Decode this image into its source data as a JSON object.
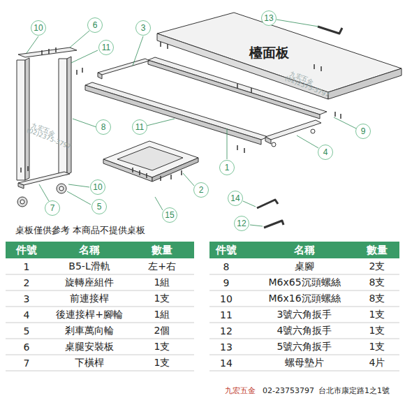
{
  "diagram": {
    "nodes": [
      {
        "text": [
          "檯面板"
        ]
      }
    ],
    "labels": [
      "10",
      "6",
      "3",
      "11",
      "13",
      "8",
      "11",
      "9",
      "4",
      "1",
      "2",
      "10",
      "5",
      "7",
      "15",
      "14",
      "12",
      "桌板僅供參考 本商品不提供桌板",
      "件號",
      "名稱",
      "數量",
      "件號",
      "名稱",
      "數量",
      "1",
      "B5-L滑軌",
      "左+右",
      "8",
      "桌腳",
      "2支",
      "2",
      "旋轉座組件",
      "1組",
      "9",
      "M6x65沉頭螺絲",
      "8支",
      "3",
      "前連接桿",
      "1支",
      "10",
      "M6x16沉頭螺絲",
      "8支",
      "4",
      "後連接桿+腳輪",
      "1組",
      "11",
      "3號六角扳手",
      "1支",
      "5",
      "剎車萬向輪",
      "2個",
      "12",
      "4號六角扳手",
      "1支",
      "6",
      "桌腿安裝板",
      "1支",
      "13",
      "5號六角扳手",
      "1支",
      "7",
      "下橫桿",
      "1支",
      "14",
      "螺母墊片",
      "4片",
      "九宏五金",
      "02-23753797",
      "台北市康定路1之1號",
      "九宏五金",
      "(02)2375-3797",
      "九宏五金",
      "(02)2375-3797"
    ]
  }
}
